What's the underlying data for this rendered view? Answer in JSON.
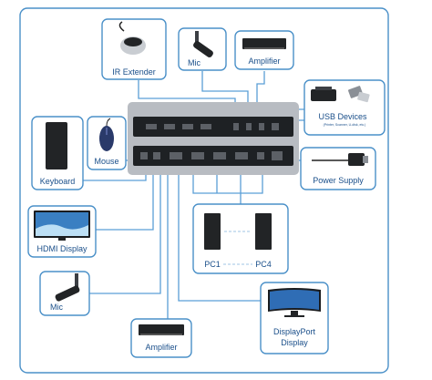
{
  "devices": {
    "ir_extender": "IR Extender",
    "mic_top": "Mic",
    "amplifier_top": "Amplifier",
    "usb_devices": "USB Devices",
    "usb_devices_sub": "(Printer, Scanner, U-disk, etc.)",
    "keyboard": "Keyboard",
    "mouse": "Mouse",
    "power_supply": "Power Supply",
    "hdmi_display": "HDMI Display",
    "pc1": "PC1",
    "pc4": "PC4",
    "mic_bottom": "Mic",
    "amplifier_bottom": "Amplifier",
    "displayport_display_line1": "DisplayPort",
    "displayport_display_line2": "Display"
  },
  "colors": {
    "accent": "#4a90c8",
    "label": "#1a4f8a",
    "switch_body": "#b8bcc2",
    "switch_panel": "#1e2124"
  }
}
